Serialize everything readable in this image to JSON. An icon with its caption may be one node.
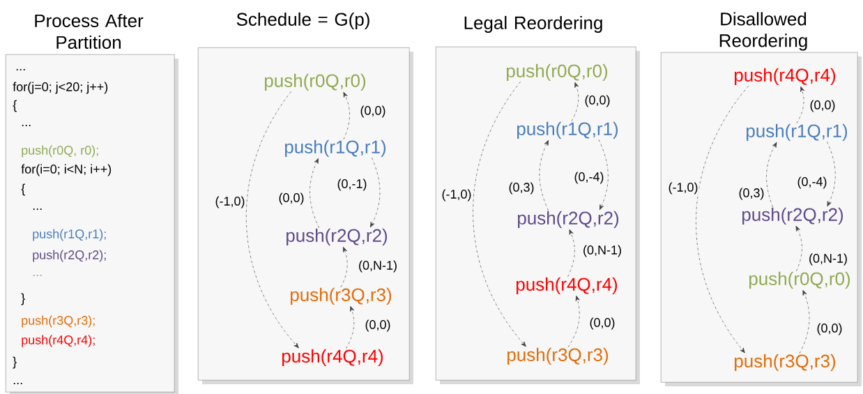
{
  "diagram": {
    "nodes": [
      {
        "text": [
          "Process After Partition",
          "...",
          "for(j=0; j<20; j++)",
          "{",
          "...",
          "push(r0Q, r0);",
          "for(i=0; i<N; i++)",
          "{",
          "...",
          "push(r1Q,r1);",
          "push(r2Q,r2);",
          "...",
          "}",
          "push(r3Q,r3);",
          "push(r4Q,r4);",
          "}",
          "..."
        ]
      },
      {
        "text": [
          "Schedule = G(p)"
        ]
      },
      {
        "text": [
          "push(r0Q,r0)"
        ],
        "in": 1
      },
      {
        "text": [
          "push(r1Q,r1)"
        ],
        "in": 1
      },
      {
        "text": [
          "push(r2Q,r2)"
        ],
        "in": 1
      },
      {
        "text": [
          "push(r3Q,r3)"
        ],
        "in": 1
      },
      {
        "text": [
          "push(r4Q,r4)"
        ],
        "in": 1
      },
      {
        "text": [
          "Legal Reordering"
        ]
      },
      {
        "text": [
          "push(r0Q,r0)"
        ],
        "in": 7
      },
      {
        "text": [
          "push(r1Q,r1)"
        ],
        "in": 7
      },
      {
        "text": [
          "push(r2Q,r2)"
        ],
        "in": 7
      },
      {
        "text": [
          "push(r4Q,r4)"
        ],
        "in": 7
      },
      {
        "text": [
          "push(r3Q,r3)"
        ],
        "in": 7
      },
      {
        "text": [
          "Disallowed Reordering"
        ]
      },
      {
        "text": [
          "push(r4Q,r4)"
        ],
        "in": 13
      },
      {
        "text": [
          "push(r1Q,r1)"
        ],
        "in": 13
      },
      {
        "text": [
          "push(r2Q,r2)"
        ],
        "in": 13
      },
      {
        "text": [
          "push(r0Q,r0)"
        ],
        "in": 13
      },
      {
        "text": [
          "push(r3Q,r3)"
        ],
        "in": 13
      }
    ],
    "edges": [
      {
        "from": 3,
        "to": 2,
        "arrow": "to",
        "label": "(0,0)",
        "style": "dashed"
      },
      {
        "from": 4,
        "to": 3,
        "arrow": "to",
        "label": "(0,0)",
        "style": "dashed"
      },
      {
        "from": 3,
        "to": 4,
        "arrow": "to",
        "label": "(0,-1)",
        "style": "dashed"
      },
      {
        "from": 5,
        "to": 4,
        "arrow": "to",
        "label": "(0,N-1)",
        "style": "dashed"
      },
      {
        "from": 6,
        "to": 5,
        "arrow": "to",
        "label": "(0,0)",
        "style": "dashed"
      },
      {
        "from": 2,
        "to": 6,
        "arrow": "to",
        "label": "(-1,0)",
        "style": "dashed"
      },
      {
        "from": 9,
        "to": 8,
        "arrow": "to",
        "label": "(0,0)",
        "style": "dashed"
      },
      {
        "from": 10,
        "to": 9,
        "arrow": "to",
        "label": "(0,3)",
        "style": "dashed"
      },
      {
        "from": 9,
        "to": 10,
        "arrow": "to",
        "label": "(0,-4)",
        "style": "dashed"
      },
      {
        "from": 11,
        "to": 10,
        "arrow": "to",
        "label": "(0,N-1)",
        "style": "dashed"
      },
      {
        "from": 12,
        "to": 11,
        "arrow": "to",
        "label": "(0,0)",
        "style": "dashed"
      },
      {
        "from": 8,
        "to": 12,
        "arrow": "to",
        "label": "(-1,0)",
        "style": "dashed"
      },
      {
        "from": 15,
        "to": 14,
        "arrow": "to",
        "label": "(0,0)",
        "style": "dashed"
      },
      {
        "from": 16,
        "to": 15,
        "arrow": "to",
        "label": "(0,3)",
        "style": "dashed"
      },
      {
        "from": 15,
        "to": 16,
        "arrow": "to",
        "label": "(0,-4)",
        "style": "dashed"
      },
      {
        "from": 17,
        "to": 16,
        "arrow": "to",
        "label": "(0,N-1)",
        "style": "dashed"
      },
      {
        "from": 18,
        "to": 17,
        "arrow": "to",
        "label": "(0,0)",
        "style": "dashed"
      },
      {
        "from": 14,
        "to": 18,
        "arrow": "to",
        "label": "(-1,0)",
        "style": "dashed"
      }
    ]
  }
}
